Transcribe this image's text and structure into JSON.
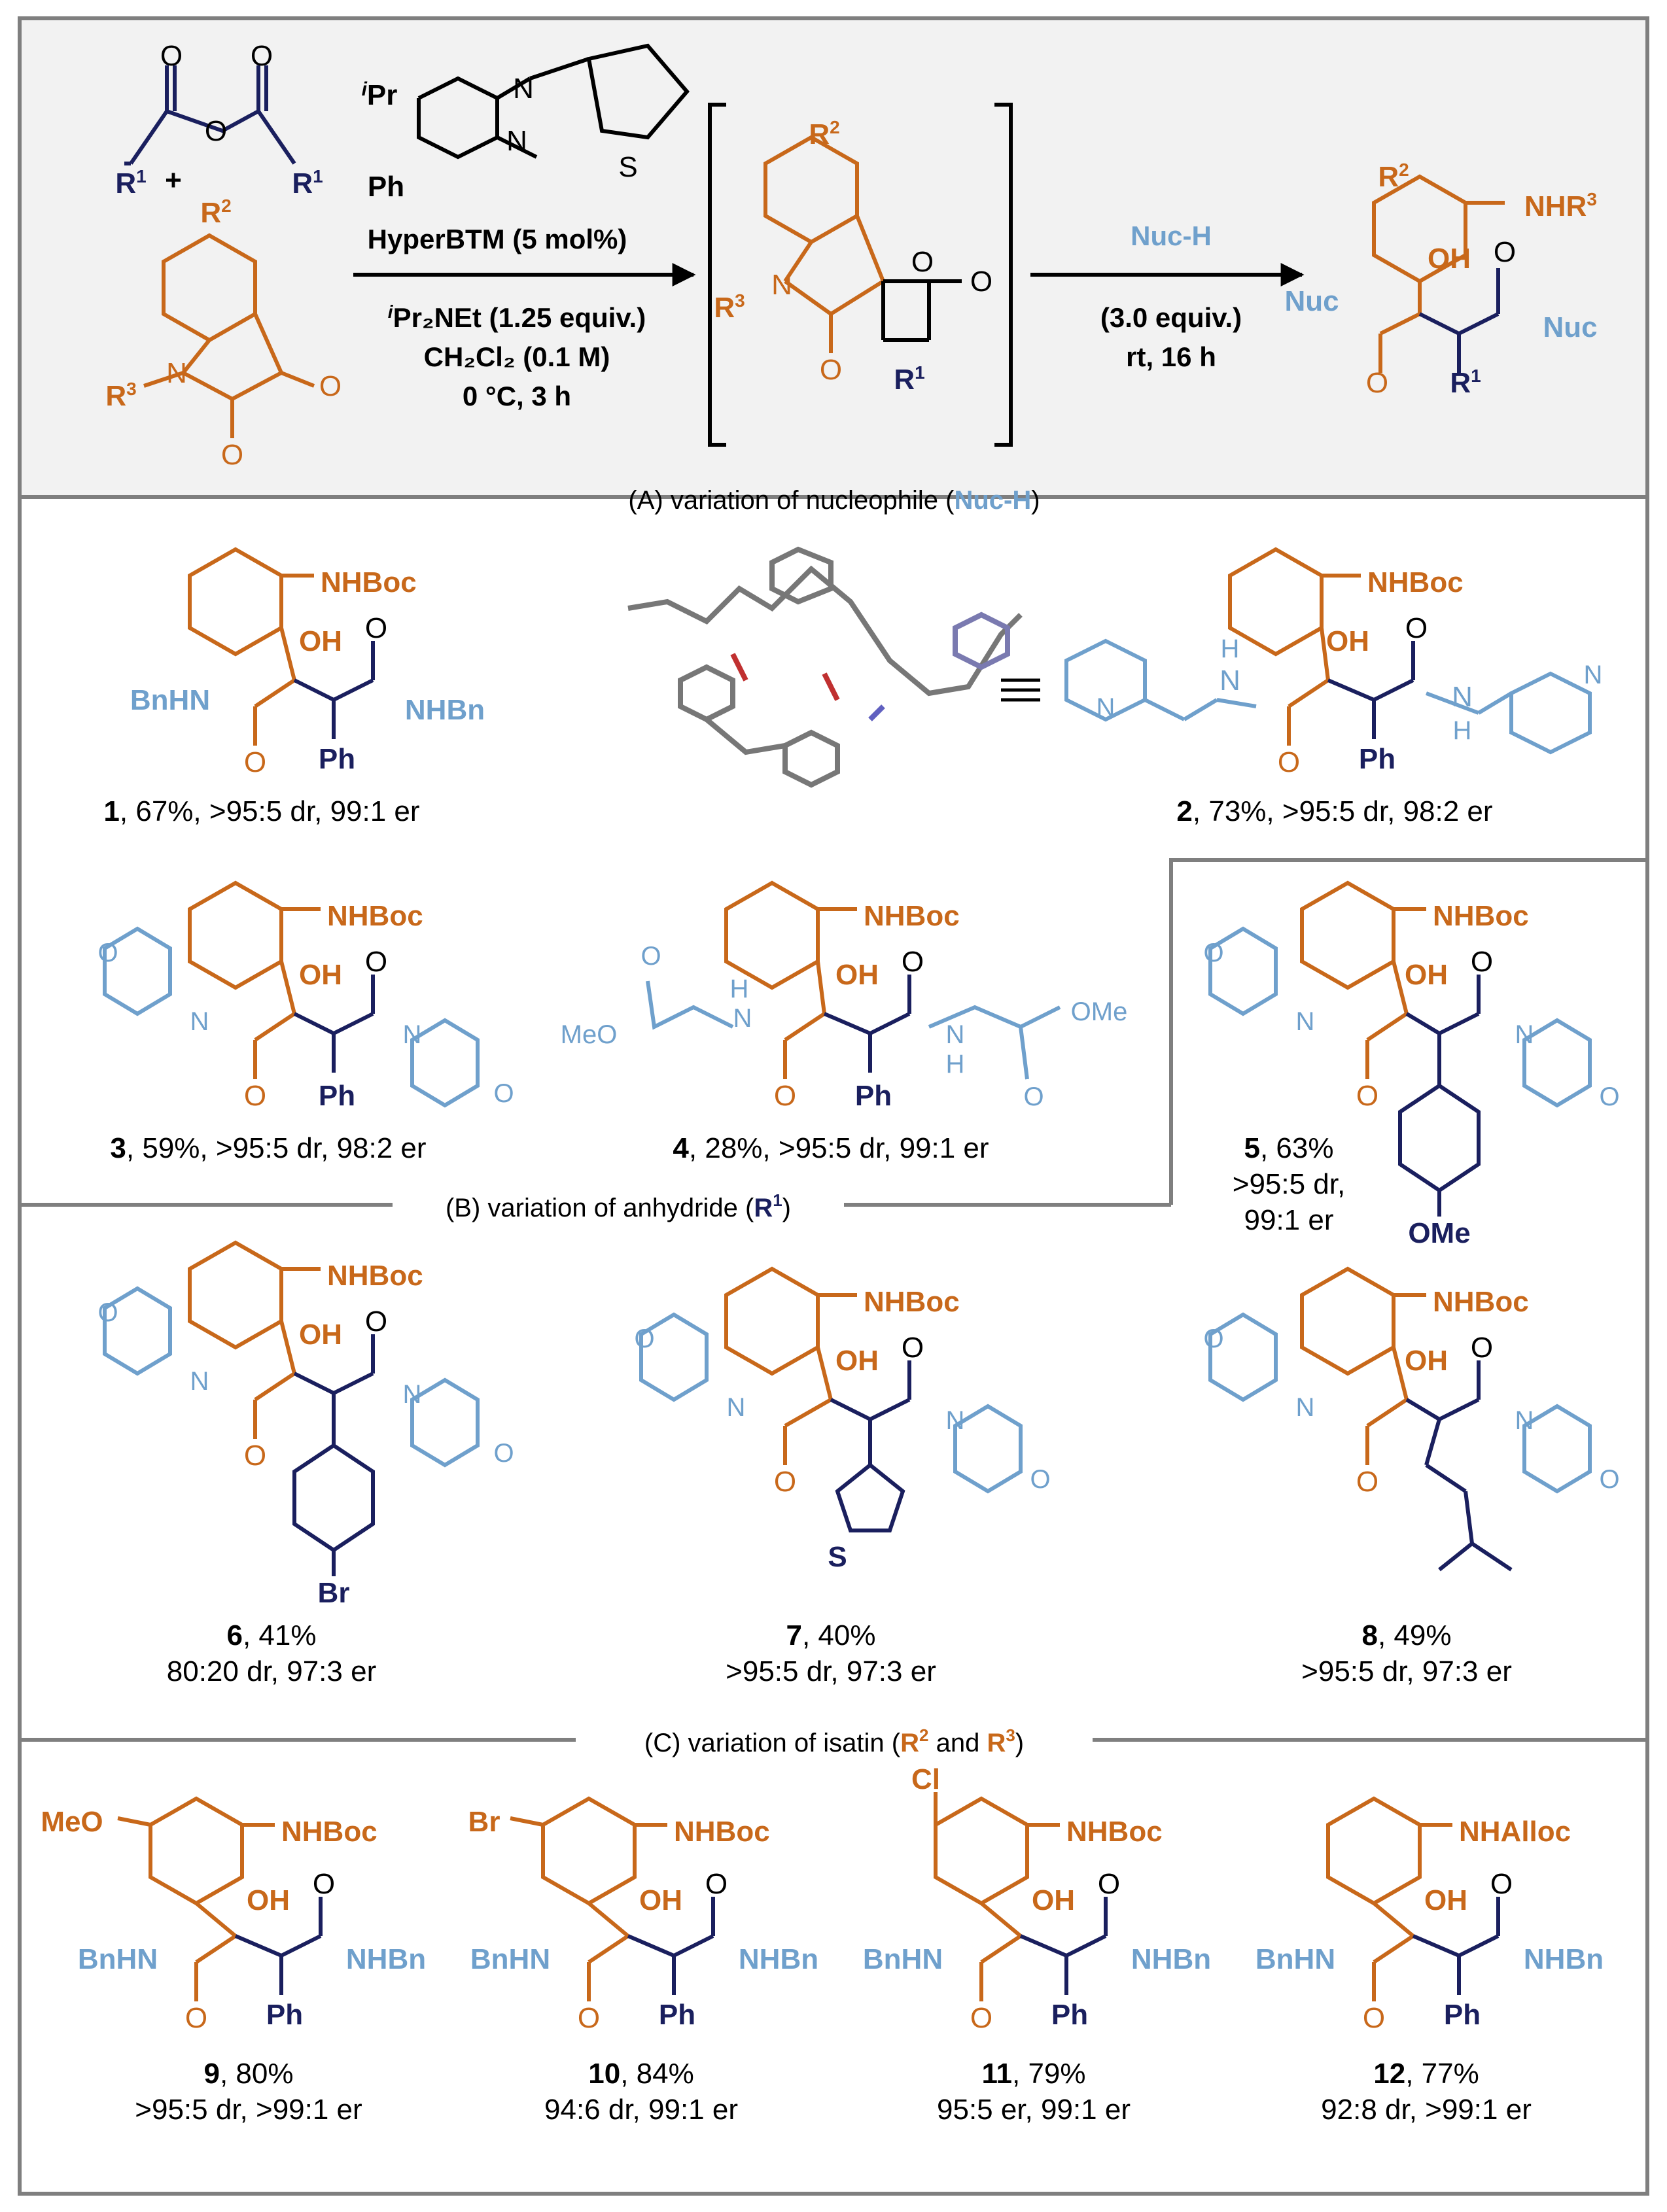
{
  "colors": {
    "frame": "#7f7f7f",
    "header_bg": "#f2f2f2",
    "orange": "#c8681a",
    "blue": "#6fa0cc",
    "navy": "#1a1f5e",
    "black": "#000000"
  },
  "header": {
    "anhydride_r1_left": "R",
    "anhydride_r1_right": "R",
    "r1_sup": "1",
    "plus": "+",
    "isatin_r2": "R",
    "r2_sup": "2",
    "isatin_r3": "R",
    "r3_sup": "3",
    "catalyst_ipr": "Pr",
    "catalyst_ipr_prefix": "i",
    "catalyst_ph": "Ph",
    "catalyst_name": "HyperBTM (5 mol%)",
    "base": "Pr₂NEt (1.25 equiv.)",
    "base_prefix": "i",
    "solvent": "CH₂Cl₂ (0.1 M)",
    "conditions1": "0 °C, 3 h",
    "nuc_label": "Nuc-H",
    "nuc_equiv": "(3.0 equiv.)",
    "conditions2": "rt, 16 h",
    "product_nhr3": "NHR",
    "product_oh": "OH",
    "product_nuc_left": "Nuc",
    "product_nuc_right": "Nuc"
  },
  "sections": {
    "a_title": "(A) variation of nucleophile (",
    "a_title_nuc": "Nuc-H",
    "a_title_end": ")",
    "b_title": "(B) variation of anhydride (",
    "b_title_r": "R",
    "b_title_sup": "1",
    "b_title_end": ")",
    "c_title": "(C) variation of isatin (",
    "c_title_r2": "R",
    "c_title_sup2": "2",
    "c_title_and": " and ",
    "c_title_r3": "R",
    "c_title_sup3": "3",
    "c_title_end": ")"
  },
  "compounds": [
    {
      "id": "1",
      "yield": ", 67%, >95:5 dr, 99:1 er",
      "amide_left": "BnHN",
      "amide_right": "NHBn",
      "top": "NHBoc",
      "r1": "Ph"
    },
    {
      "id": "2",
      "yield": ", 73%, >95:5 dr, 98:2 er",
      "amide_left": "N",
      "amide_right": "N",
      "top": "NHBoc",
      "r1": "Ph"
    },
    {
      "id": "3",
      "yield": ", 59%, >95:5 dr, 98:2 er",
      "top": "NHBoc",
      "r1": "Ph"
    },
    {
      "id": "4",
      "yield": ", 28%, >95:5 dr, 99:1 er",
      "top": "NHBoc",
      "r1": "Ph",
      "ester_left": "MeO",
      "ester_right": "OMe"
    },
    {
      "id": "5",
      "yield": ", 63%",
      "yield2": ">95:5 dr,",
      "yield3": "99:1 er",
      "top": "NHBoc",
      "r1": "OMe"
    },
    {
      "id": "6",
      "yield": ", 41%",
      "yield2": "80:20 dr, 97:3 er",
      "top": "NHBoc",
      "r1": "Br"
    },
    {
      "id": "7",
      "yield": ", 40%",
      "yield2": ">95:5 dr, 97:3 er",
      "top": "NHBoc",
      "r1": "S"
    },
    {
      "id": "8",
      "yield": ", 49%",
      "yield2": ">95:5 dr, 97:3 er",
      "top": "NHBoc"
    },
    {
      "id": "9",
      "yield": ", 80%",
      "yield2": ">95:5 dr, >99:1 er",
      "top": "NHBoc",
      "sub": "MeO",
      "amide_left": "BnHN",
      "amide_right": "NHBn",
      "r1": "Ph"
    },
    {
      "id": "10",
      "yield": ", 84%",
      "yield2": "94:6 dr, 99:1 er",
      "top": "NHBoc",
      "sub": "Br",
      "amide_left": "BnHN",
      "amide_right": "NHBn",
      "r1": "Ph"
    },
    {
      "id": "11",
      "yield": ", 79%",
      "yield2": "95:5 er, 99:1 er",
      "top": "NHBoc",
      "sub": "Cl",
      "amide_left": "BnHN",
      "amide_right": "NHBn",
      "r1": "Ph"
    },
    {
      "id": "12",
      "yield": ", 77%",
      "yield2": "92:8 dr, >99:1 er",
      "top": "NHAlloc",
      "amide_left": "BnHN",
      "amide_right": "NHBn",
      "r1": "Ph"
    }
  ],
  "atoms": {
    "O": "O",
    "N": "N",
    "H": "H",
    "OH": "OH",
    "S": "S"
  }
}
